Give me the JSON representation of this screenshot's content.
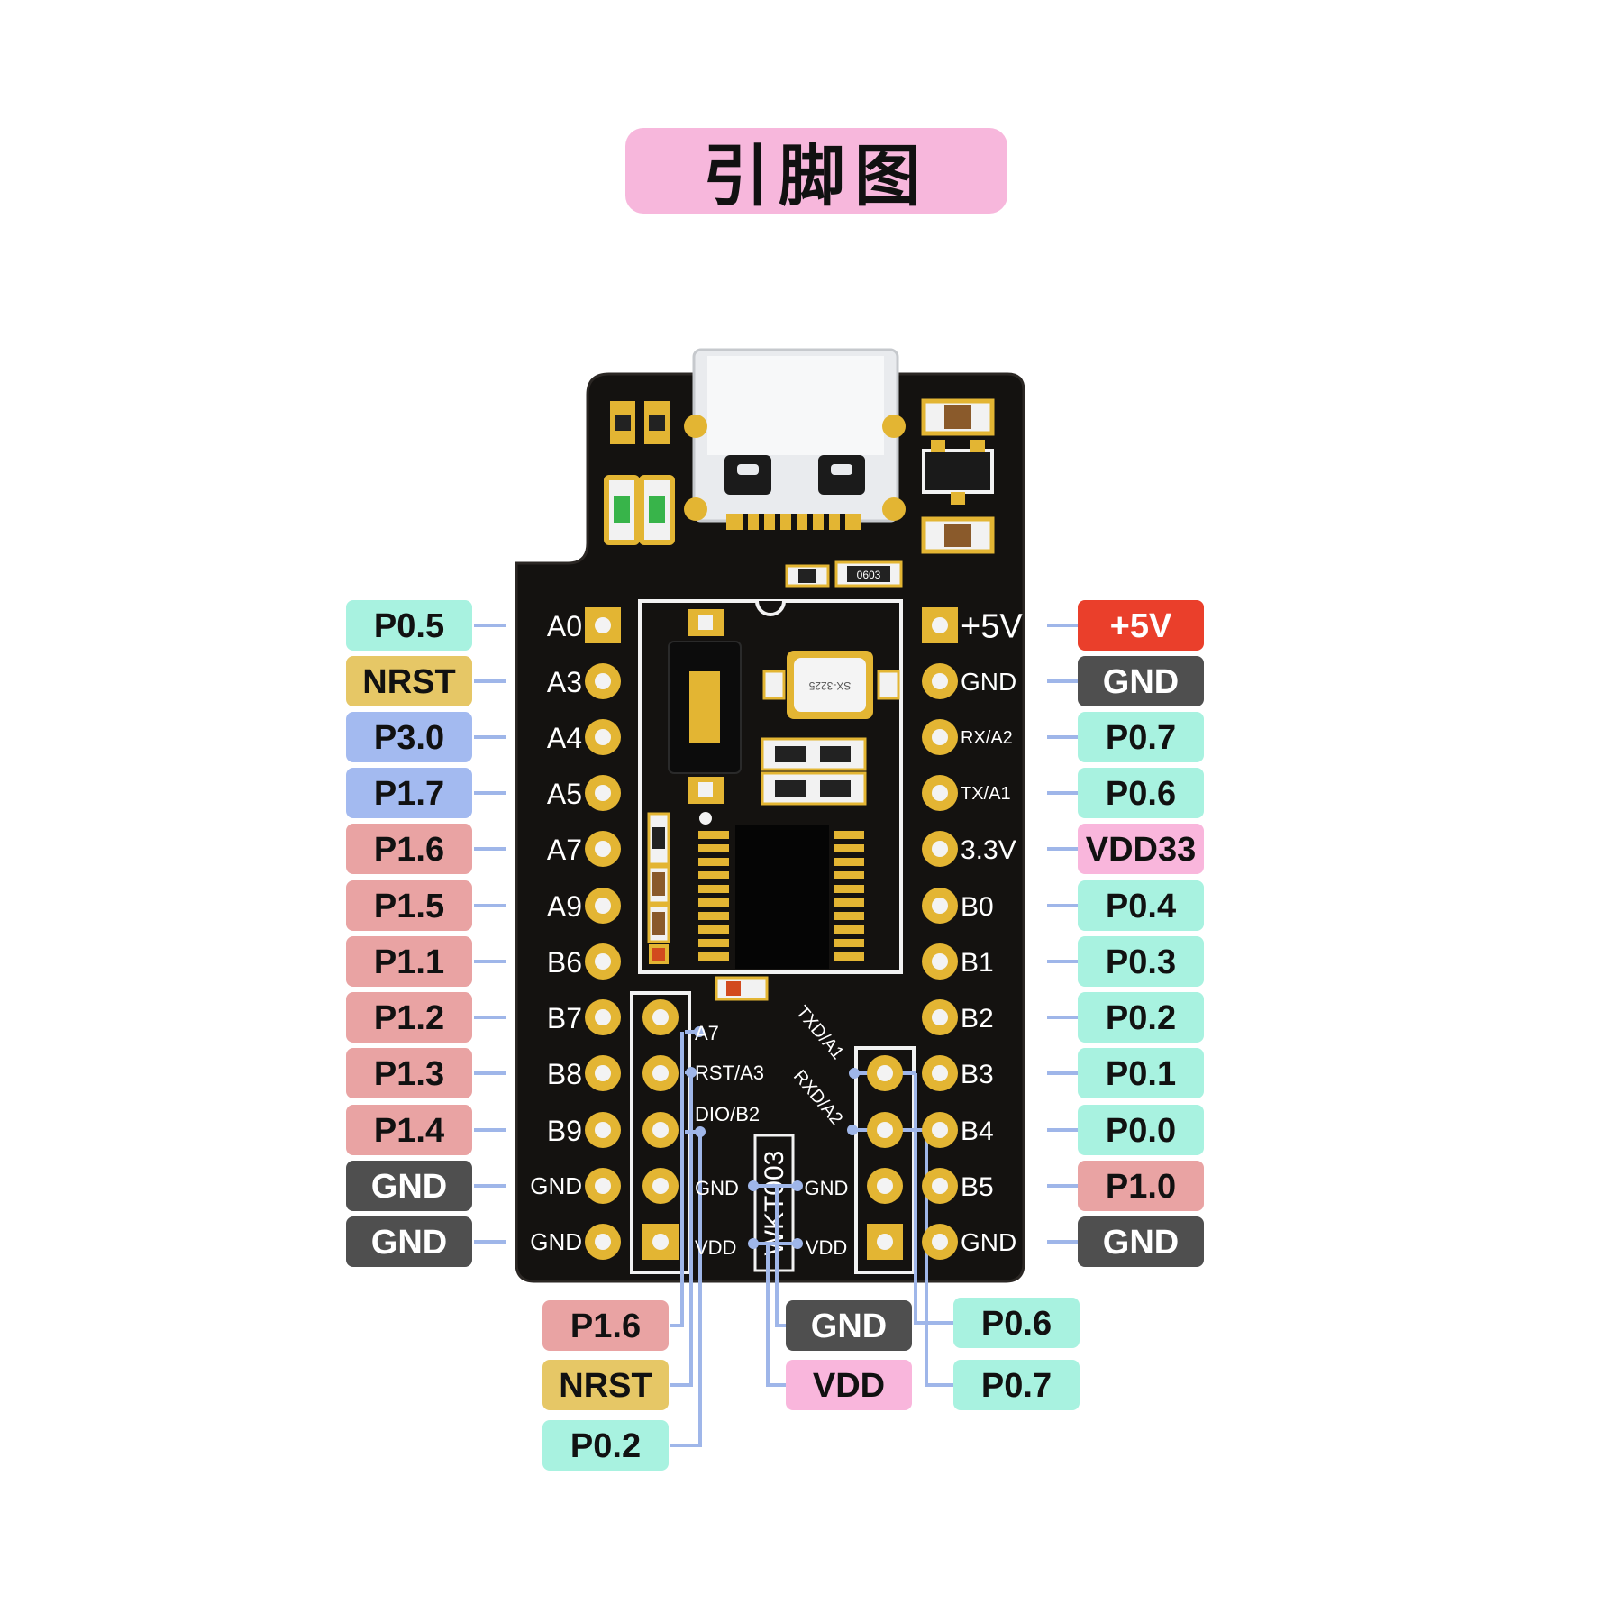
{
  "title": "引脚图",
  "colors": {
    "teal": "#a8f2e0",
    "yellow": "#e6c766",
    "blue": "#a3baf0",
    "pink": "#e9a3a3",
    "dark": "#4f4f4f",
    "red": "#ea3f2b",
    "magenta": "#f9b6dc",
    "board": "#141210",
    "gold": "#e3b533",
    "connector": "#9fb6e9"
  },
  "left_header": [
    {
      "board": "A0",
      "tag": "P0.5",
      "color": "teal"
    },
    {
      "board": "A3",
      "tag": "NRST",
      "color": "yellow"
    },
    {
      "board": "A4",
      "tag": "P3.0",
      "color": "blue"
    },
    {
      "board": "A5",
      "tag": "P1.7",
      "color": "blue"
    },
    {
      "board": "A7",
      "tag": "P1.6",
      "color": "pink"
    },
    {
      "board": "A9",
      "tag": "P1.5",
      "color": "pink"
    },
    {
      "board": "B6",
      "tag": "P1.1",
      "color": "pink"
    },
    {
      "board": "B7",
      "tag": "P1.2",
      "color": "pink"
    },
    {
      "board": "B8",
      "tag": "P1.3",
      "color": "pink"
    },
    {
      "board": "B9",
      "tag": "P1.4",
      "color": "pink"
    },
    {
      "board": "GND",
      "tag": "GND",
      "color": "dark"
    },
    {
      "board": "GND",
      "tag": "GND",
      "color": "dark"
    }
  ],
  "right_header": [
    {
      "board": "+5V",
      "tag": "+5V",
      "color": "red"
    },
    {
      "board": "GND",
      "tag": "GND",
      "color": "dark"
    },
    {
      "board": "RX/A2",
      "tag": "P0.7",
      "color": "teal"
    },
    {
      "board": "TX/A1",
      "tag": "P0.6",
      "color": "teal"
    },
    {
      "board": "3.3V",
      "tag": "VDD33",
      "color": "magenta"
    },
    {
      "board": "B0",
      "tag": "P0.4",
      "color": "teal"
    },
    {
      "board": "B1",
      "tag": "P0.3",
      "color": "teal"
    },
    {
      "board": "B2",
      "tag": "P0.2",
      "color": "teal"
    },
    {
      "board": "B3",
      "tag": "P0.1",
      "color": "teal"
    },
    {
      "board": "B4",
      "tag": "P0.0",
      "color": "teal"
    },
    {
      "board": "B5",
      "tag": "P1.0",
      "color": "pink"
    },
    {
      "board": "GND",
      "tag": "GND",
      "color": "dark"
    }
  ],
  "inner_left_labels": [
    "A7",
    "RST/A3",
    "DIO/B2",
    "GND",
    "VDD"
  ],
  "inner_right_labels": [
    "TXD/A1",
    "RXD/A2",
    "GND",
    "VDD"
  ],
  "center_module": "WKT003",
  "crystal_label": "SX-3225",
  "resistor_label": "0603",
  "bottom_tags": [
    {
      "tag": "P1.6",
      "color": "pink"
    },
    {
      "tag": "NRST",
      "color": "yellow"
    },
    {
      "tag": "P0.2",
      "color": "teal"
    },
    {
      "tag": "GND",
      "color": "dark"
    },
    {
      "tag": "VDD",
      "color": "magenta"
    },
    {
      "tag": "P0.6",
      "color": "teal"
    },
    {
      "tag": "P0.7",
      "color": "teal"
    }
  ]
}
